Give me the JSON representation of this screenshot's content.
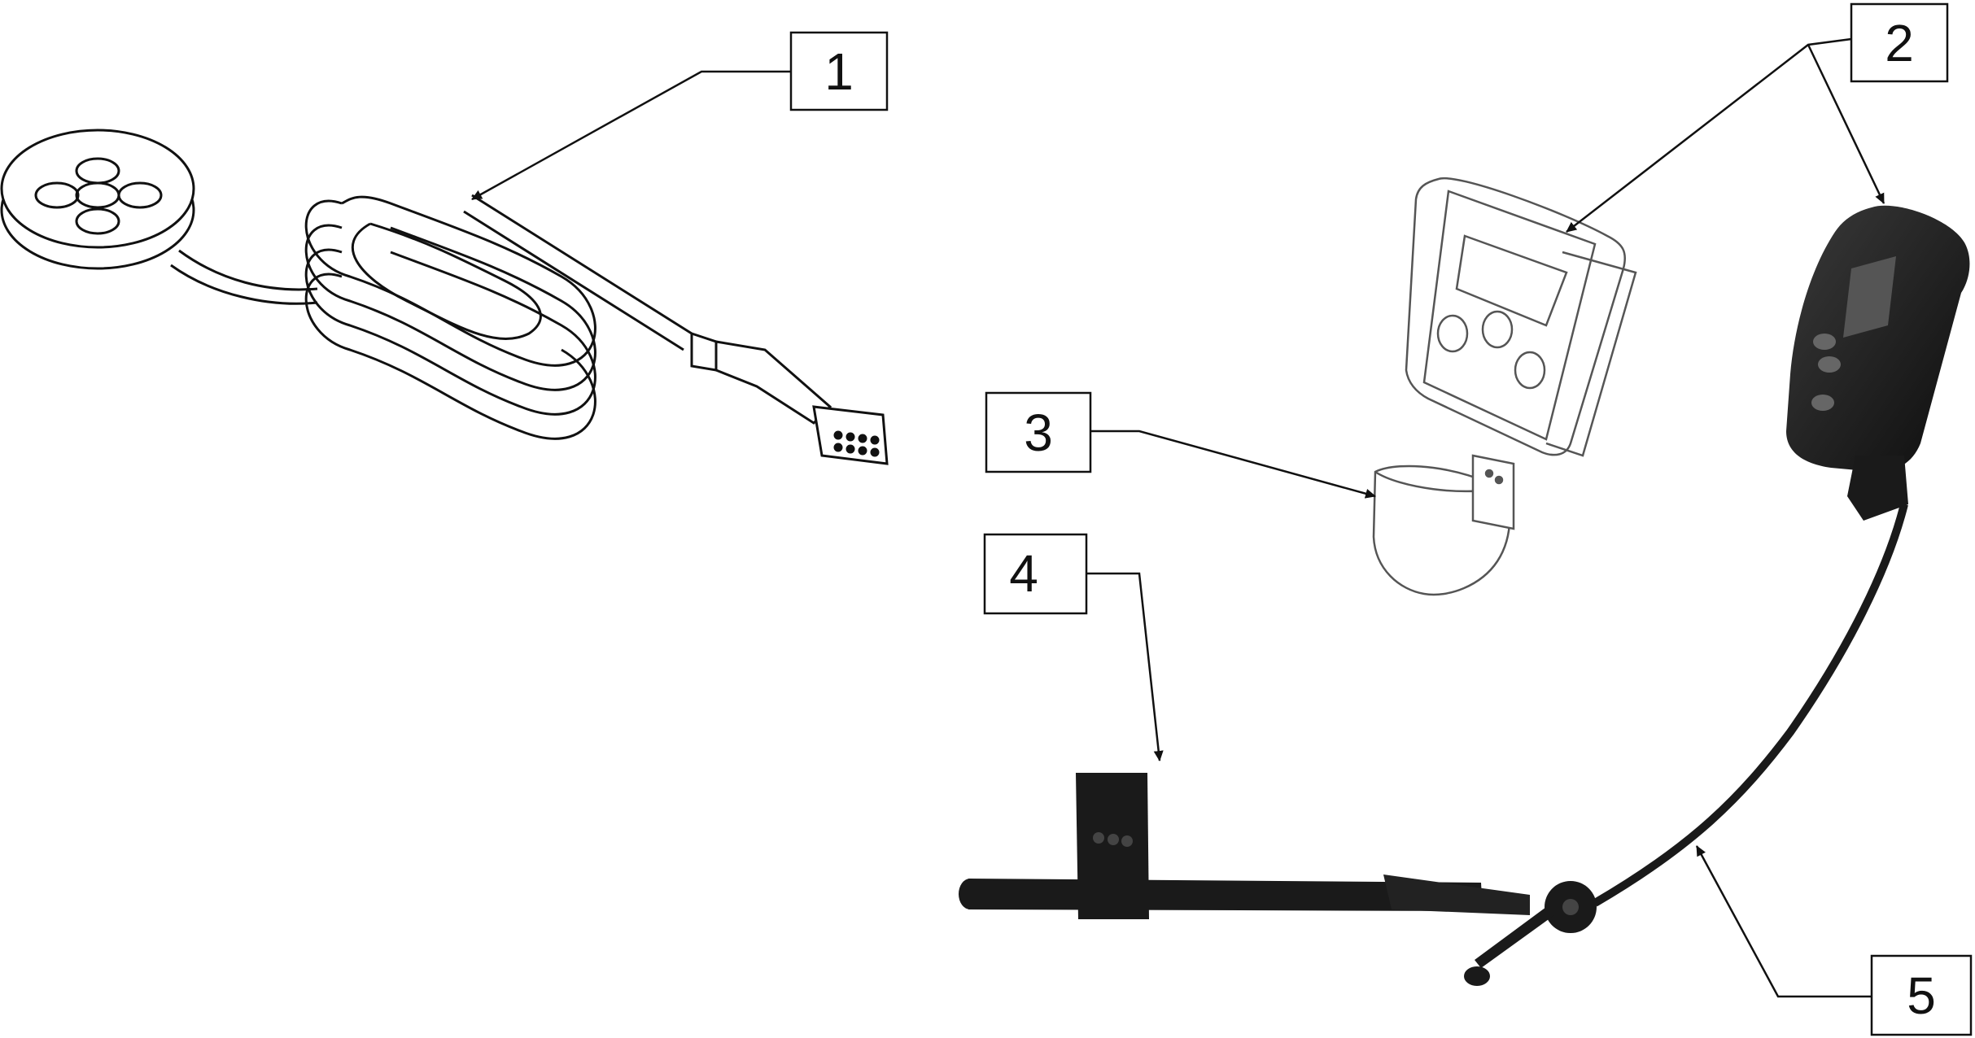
{
  "diagram": {
    "callouts": [
      {
        "id": "c1",
        "label": "1"
      },
      {
        "id": "c2",
        "label": "2"
      },
      {
        "id": "c3",
        "label": "3"
      },
      {
        "id": "c4",
        "label": "4"
      },
      {
        "id": "c5",
        "label": "5"
      }
    ],
    "parts": [
      {
        "callout": "1",
        "name": "button-pad-with-coiled-cable"
      },
      {
        "callout": "2",
        "name": "display-controller"
      },
      {
        "callout": "3",
        "name": "mounting-clip"
      },
      {
        "callout": "4",
        "name": "mounting-bracket"
      },
      {
        "callout": "5",
        "name": "gooseneck-cable"
      }
    ],
    "colors": {
      "line": "#111111",
      "part_dark": "#1a1a1a",
      "background": "#ffffff"
    }
  }
}
